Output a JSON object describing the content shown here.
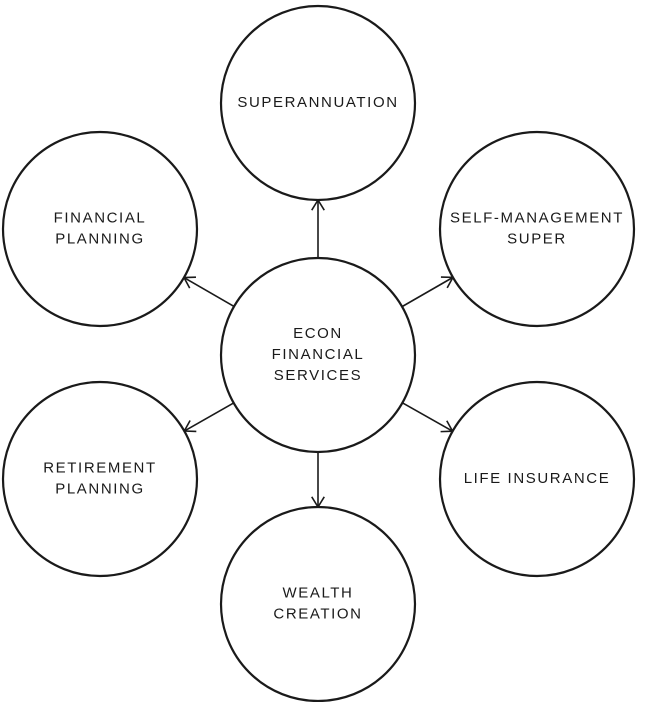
{
  "center": {
    "id": "center",
    "lines": [
      "ECON",
      "FINANCIAL",
      "SERVICES"
    ]
  },
  "nodes": [
    {
      "id": "superannuation",
      "lines": [
        "SUPERANNUATION"
      ]
    },
    {
      "id": "self-management-super",
      "lines": [
        "SELF-MANAGEMENT",
        "SUPER"
      ]
    },
    {
      "id": "life-insurance",
      "lines": [
        "LIFE INSURANCE"
      ]
    },
    {
      "id": "wealth-creation",
      "lines": [
        "WEALTH",
        "CREATION"
      ]
    },
    {
      "id": "retirement-planning",
      "lines": [
        "RETIREMENT",
        "PLANNING"
      ]
    },
    {
      "id": "financial-planning",
      "lines": [
        "FINANCIAL",
        "PLANNING"
      ]
    }
  ],
  "edges": [
    {
      "from": "center",
      "to": "superannuation"
    },
    {
      "from": "center",
      "to": "self-management-super"
    },
    {
      "from": "center",
      "to": "life-insurance"
    },
    {
      "from": "center",
      "to": "wealth-creation"
    },
    {
      "from": "center",
      "to": "retirement-planning"
    },
    {
      "from": "center",
      "to": "financial-planning"
    }
  ]
}
